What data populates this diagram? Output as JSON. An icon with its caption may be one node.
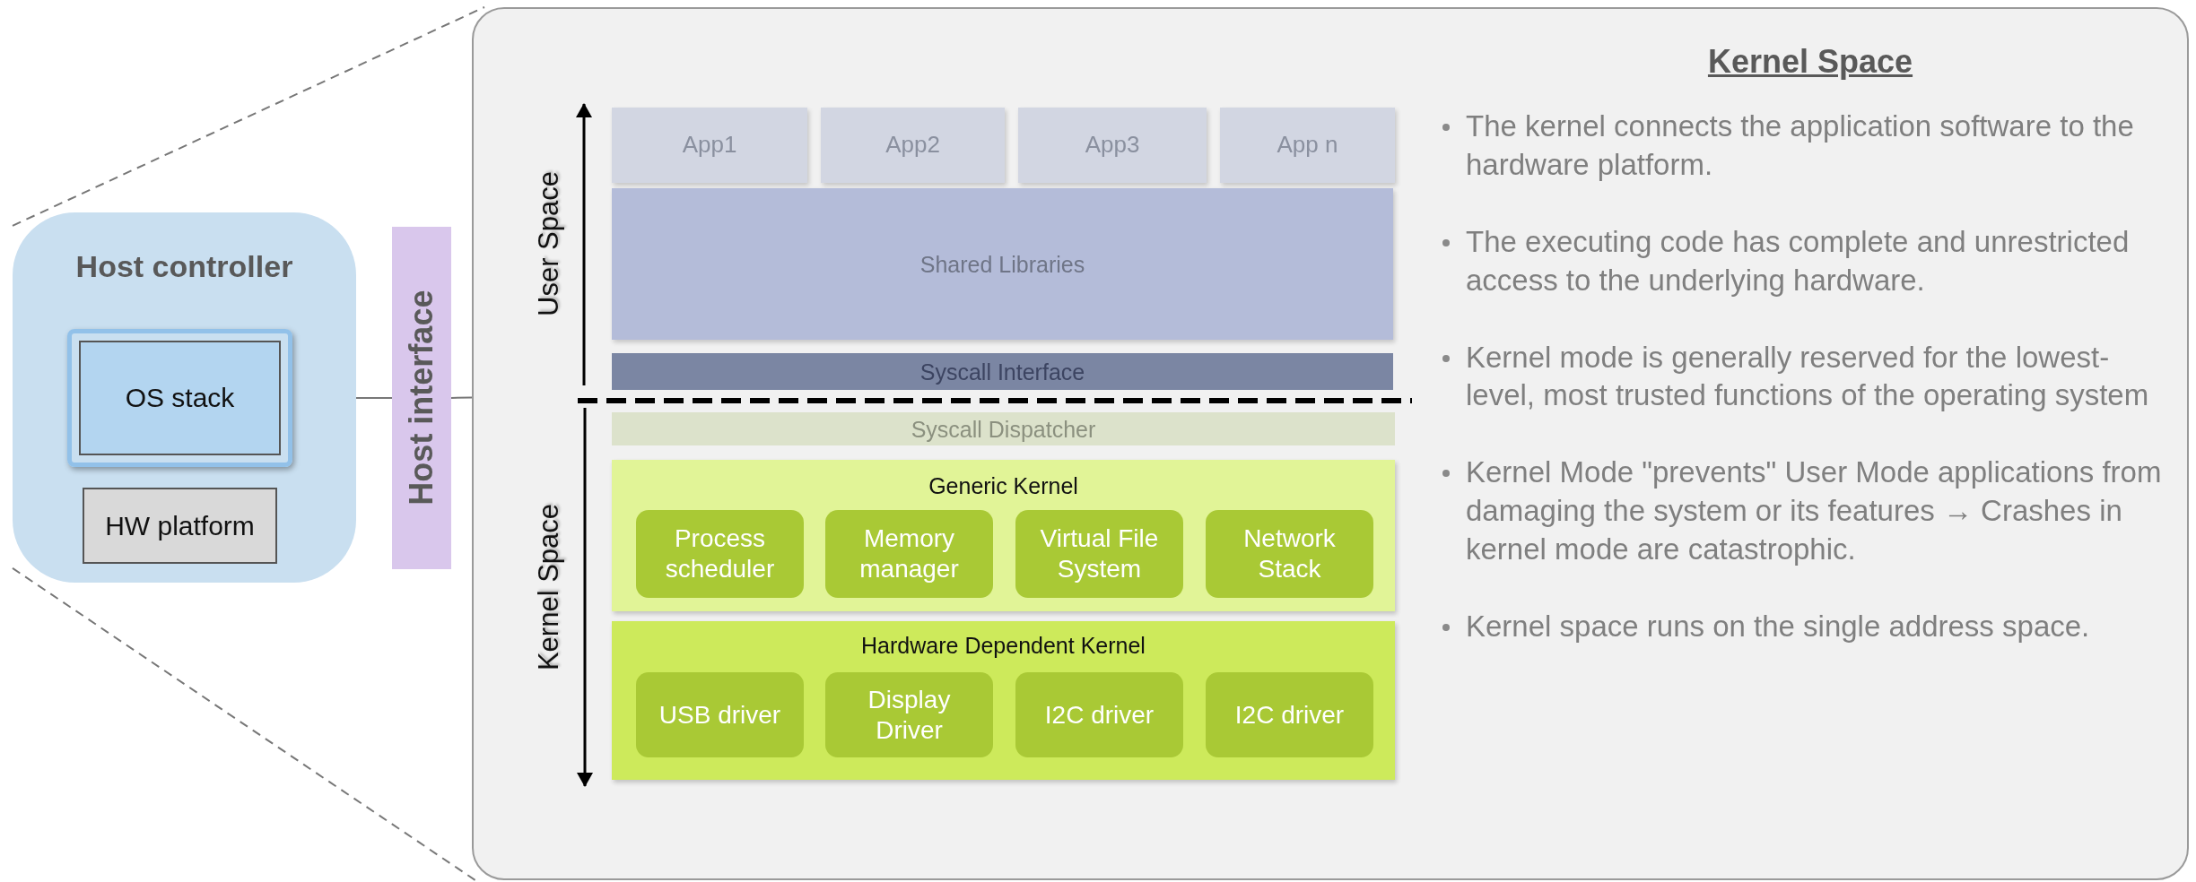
{
  "diagram": {
    "nodes": [
      {
        "text": [
          "Host controller"
        ]
      },
      {
        "text": [
          "OS stack"
        ],
        "in": 0
      },
      {
        "text": [
          "HW platform"
        ],
        "in": 0
      },
      {
        "text": [
          "Host interface"
        ]
      },
      {
        "text": [
          "Kernel Space",
          "The kernel connects the application software to the hardware platform.",
          "The executing code has complete and unrestricted access to the underlying hardware.",
          "Kernel mode is generally reserved for the lowest-level, most trusted functions of the operating system",
          "Kernel Mode \"prevents\" User Mode applications from damaging the system or its features → Crashes in kernel mode are catastrophic.",
          "Kernel space runs on the single address space."
        ]
      },
      {
        "text": [
          "App1"
        ],
        "in": 4
      },
      {
        "text": [
          "App2"
        ],
        "in": 4
      },
      {
        "text": [
          "App3"
        ],
        "in": 4
      },
      {
        "text": [
          "App n"
        ],
        "in": 4
      },
      {
        "text": [
          "Shared Libraries"
        ],
        "in": 4
      },
      {
        "text": [
          "Syscall Interface"
        ],
        "in": 4
      },
      {
        "text": [
          "Syscall Dispatcher"
        ],
        "in": 4
      },
      {
        "text": [
          "Generic Kernel"
        ],
        "in": 4
      },
      {
        "text": [
          "Process scheduler"
        ],
        "in": 12
      },
      {
        "text": [
          "Memory manager"
        ],
        "in": 12
      },
      {
        "text": [
          "Virtual File System"
        ],
        "in": 12
      },
      {
        "text": [
          "Network Stack"
        ],
        "in": 12
      },
      {
        "text": [
          "Hardware Dependent Kernel"
        ],
        "in": 4
      },
      {
        "text": [
          "USB driver"
        ],
        "in": 17
      },
      {
        "text": [
          "Display Driver"
        ],
        "in": 17
      },
      {
        "text": [
          "I2C driver"
        ],
        "in": 17
      },
      {
        "text": [
          "I2C driver"
        ],
        "in": 17
      }
    ],
    "edges": [
      {
        "from": 0,
        "to": 3,
        "arrow": "none"
      },
      {
        "from": 3,
        "to": 4,
        "arrow": "none"
      },
      {
        "from": 0,
        "to": 4,
        "arrow": "none",
        "style": "dashed"
      },
      {
        "from": 0,
        "to": 4,
        "arrow": "none",
        "style": "dashed"
      }
    ],
    "labels": [
      "User Space",
      "Kernel Space"
    ]
  }
}
